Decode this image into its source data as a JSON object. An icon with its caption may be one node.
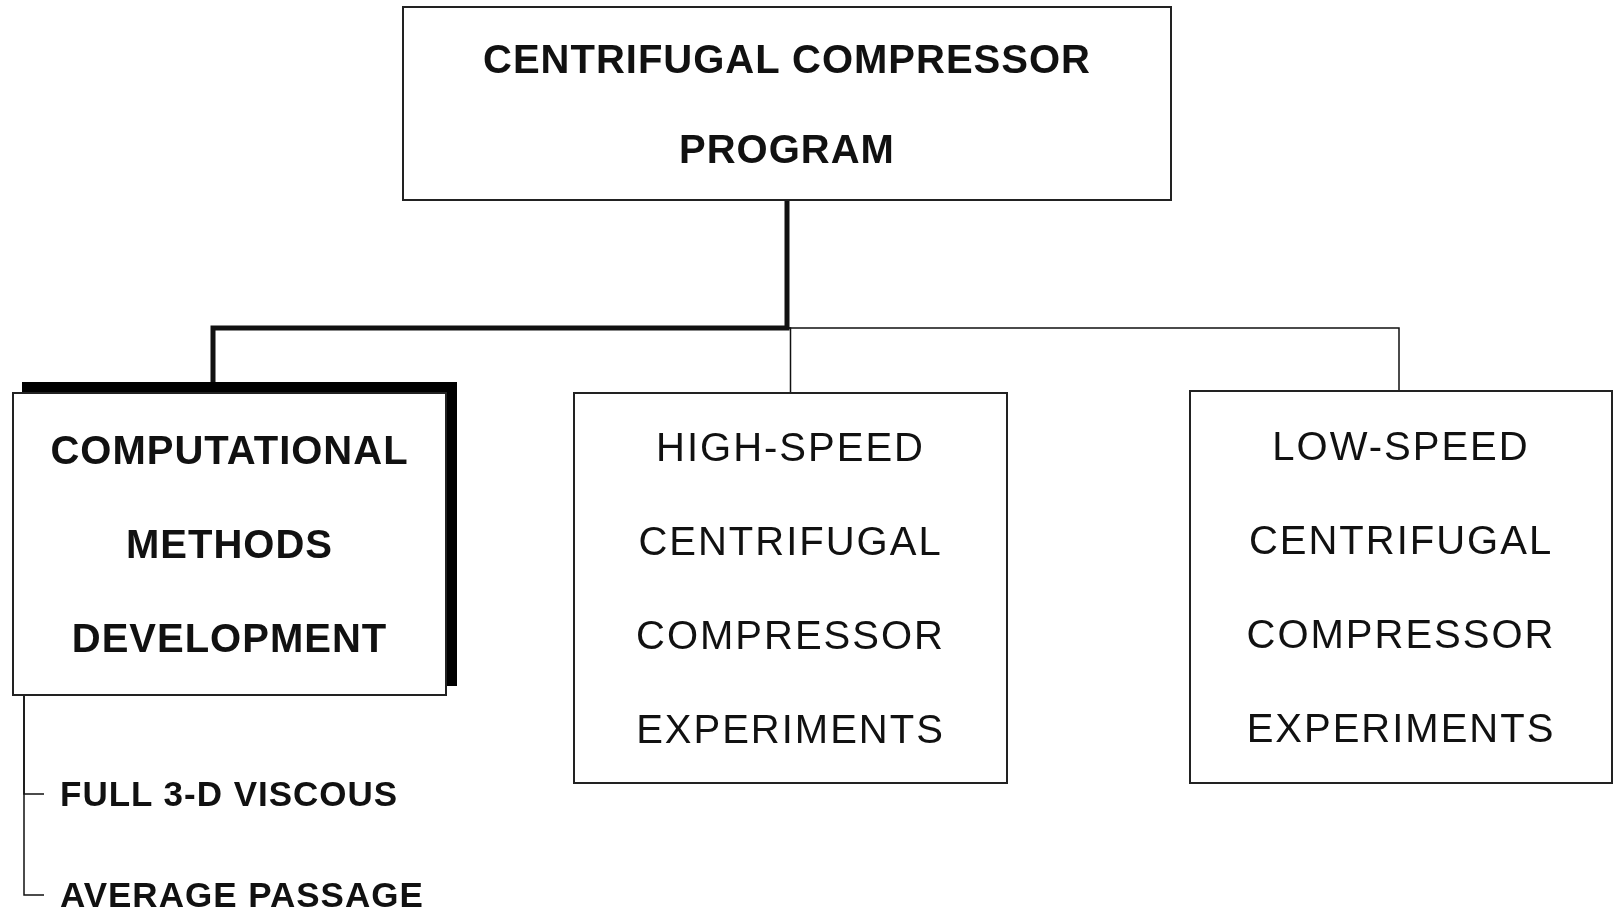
{
  "diagram": {
    "nodes": [
      {
        "text": [
          "CENTRIFUGAL COMPRESSOR PROGRAM"
        ]
      },
      {
        "text": [
          "COMPUTATIONAL METHODS DEVELOPMENT"
        ]
      },
      {
        "text": [
          "HIGH-SPEED CENTRIFUGAL COMPRESSOR EXPERIMENTS"
        ]
      },
      {
        "text": [
          "LOW-SPEED CENTRIFUGAL COMPRESSOR EXPERIMENTS"
        ]
      },
      {
        "text": [
          "FULL 3-D VISCOUS"
        ]
      },
      {
        "text": [
          "AVERAGE PASSAGE"
        ]
      }
    ],
    "edges": [
      {
        "from": 0,
        "to": 1,
        "arrow": "none",
        "style": "thick"
      },
      {
        "from": 0,
        "to": 2,
        "arrow": "none"
      },
      {
        "from": 0,
        "to": 3,
        "arrow": "none"
      },
      {
        "from": 1,
        "to": 4,
        "arrow": "none"
      },
      {
        "from": 1,
        "to": 5,
        "arrow": "none"
      }
    ]
  }
}
